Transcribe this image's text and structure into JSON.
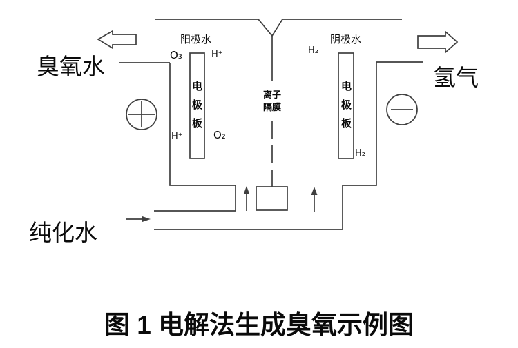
{
  "figure": {
    "caption": "图 1 电解法生成臭氧示例图"
  },
  "colors": {
    "background": "#ffffff",
    "line": "#3f3f3f",
    "text": "#0a0a0a"
  },
  "streams": {
    "ozone_water": "臭氧水",
    "hydrogen_gas": "氢气",
    "purified_water": "纯化水"
  },
  "anode_side": {
    "water_label": "阳极水",
    "electrode_label": "电极板",
    "ozone_label": "O₃",
    "proton_top_label": "H⁺",
    "proton_bottom_label": "H⁺",
    "oxygen_label": "O₂",
    "terminal_symbol": "+"
  },
  "cathode_side": {
    "water_label": "阴极水",
    "electrode_label": "电极板",
    "hydrogen_top_label": "H₂",
    "hydrogen_bottom_label": "H₂",
    "terminal_symbol": "−"
  },
  "membrane": {
    "label": "离子隔膜"
  },
  "icons": {
    "ozone_outflow": "left-block-arrow",
    "hydrogen_outflow": "right-block-arrow",
    "water_inflow": "right-arrow",
    "upflow_left": "up-arrow",
    "upflow_right": "up-arrow",
    "positive_terminal": "plus-circle",
    "negative_terminal": "minus-circle"
  }
}
